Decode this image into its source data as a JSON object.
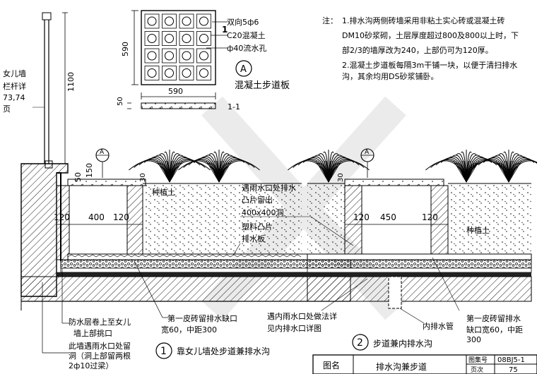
{
  "notes": {
    "heading": "注：",
    "line1": "1.排水沟两侧砖墙采用非粘土实心砖或混凝土砖",
    "line2": "DM10砂浆砌，土层厚度超过800及800以上时，下",
    "line3": "部2/3的墙厚改为240，上部仍可为120厚。",
    "line4": "2.混凝土步道板每隔3m干铺一块，以便于清扫排水",
    "line5": "沟，其余均用DS砂浆铺卧。"
  },
  "slab": {
    "label_rebar": "双向5ф6",
    "label_concrete": "C20混凝土",
    "label_drain_hole": "ф40流水孔",
    "dim_width": "590",
    "dim_height": "590",
    "dim_thickness": "50",
    "marker": "A",
    "title": "混凝土步道板",
    "section_mark": "1",
    "section_label": "1-1"
  },
  "detail1": {
    "parapet_label_1": "女儿墙",
    "parapet_label_2": "栏杆详",
    "parapet_label_3": "73,74",
    "parapet_label_4": "页",
    "dim_1100": "1100",
    "dim_50": "50",
    "dim_150": "150",
    "dim_120a": "120",
    "dim_400": "400",
    "dim_120b": "120",
    "dim_30": "30",
    "soil_label": "种植土",
    "marker": "A",
    "waterproof_label_1": "防水层卷上至女儿",
    "waterproof_label_2": "墙上部挑口",
    "reinforce_label_1": "此墙遇雨水口处留",
    "reinforce_label_2": "洞（洞上部留两根",
    "reinforce_label_3": "2ф10过梁）",
    "notch_label_1": "第一皮砖留排水缺口",
    "notch_label_2": "宽60，中距300",
    "number": "1",
    "title": "靠女儿墙处步道兼排水沟"
  },
  "middle": {
    "opening_1": "遇雨水口处排水",
    "opening_2": "凸片留出",
    "opening_3": "400x400洞",
    "board_1": "塑料凸片",
    "board_2": "排水板",
    "inlet_1": "遇内雨水口处做法详",
    "inlet_2": "见内排水口详图"
  },
  "detail2": {
    "marker": "A",
    "dim_30": "30",
    "dim_120a": "120",
    "dim_450": "450",
    "dim_120b": "120",
    "soil_label": "种植土",
    "pipe_label": "内排水管",
    "notch_label_1": "第一皮砖留排水",
    "notch_label_2": "缺口宽60，中距",
    "notch_label_3": "300",
    "number": "2",
    "title": "步道兼内排水沟"
  },
  "titleblock": {
    "name_label": "图名",
    "name_value": "排水沟兼步道",
    "atlas_label": "图集号",
    "atlas_value": "08BJ5-1",
    "page_label": "页次",
    "page_value": "75"
  }
}
